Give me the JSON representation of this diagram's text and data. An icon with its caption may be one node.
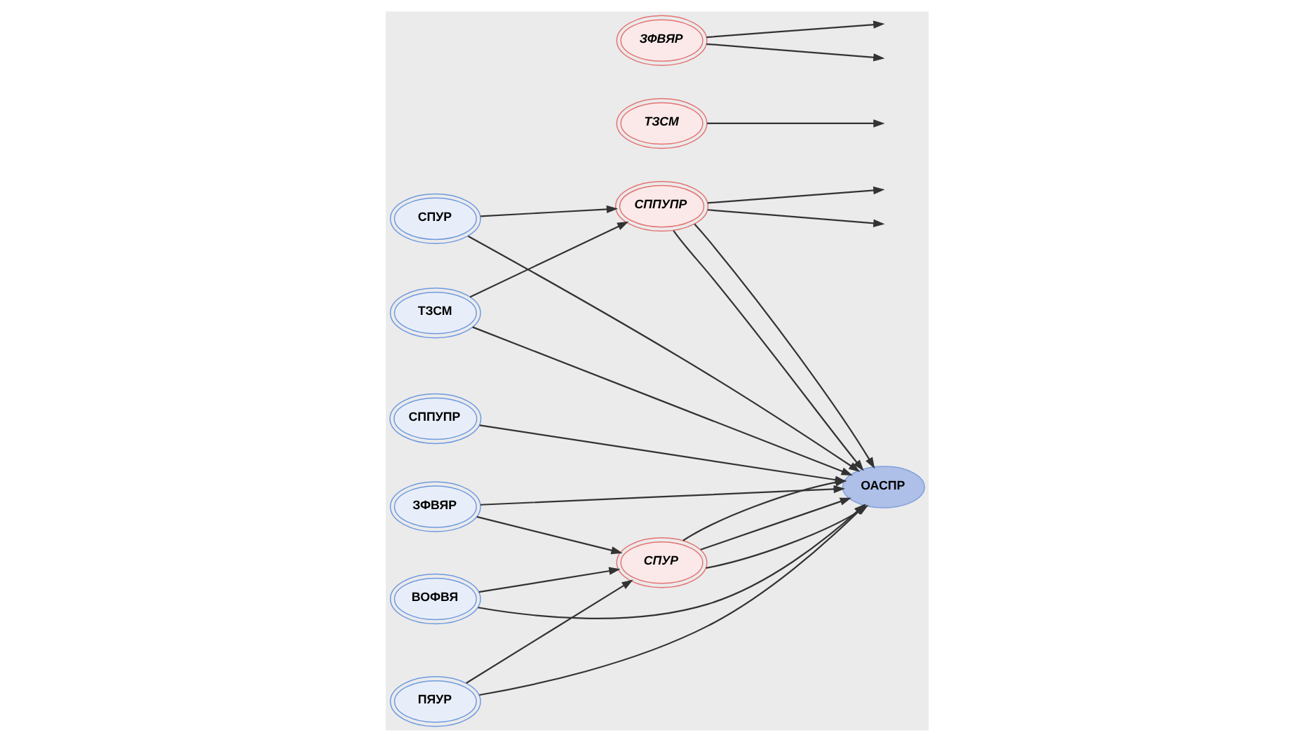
{
  "diagram": {
    "nodes": [
      {
        "text": [
          "СПУР"
        ]
      },
      {
        "text": [
          "ТЗСМ"
        ]
      },
      {
        "text": [
          "СППУПР"
        ]
      },
      {
        "text": [
          "ЗФВЯР"
        ]
      },
      {
        "text": [
          "ВОФВЯ"
        ]
      },
      {
        "text": [
          "ПЯУР"
        ]
      },
      {
        "text": [
          "СППУПР"
        ]
      },
      {
        "text": [
          "ОАСПР"
        ]
      },
      {
        "text": [
          "СПУР"
        ]
      },
      {
        "text": [
          "ТЗСМ"
        ]
      },
      {
        "text": [
          "ЗФВЯР"
        ]
      }
    ],
    "edges": [
      {
        "from": 0,
        "to": 6,
        "arrow": "to"
      },
      {
        "from": 0,
        "to": 7,
        "arrow": "to"
      },
      {
        "from": 1,
        "to": 6,
        "arrow": "to"
      },
      {
        "from": 1,
        "to": 7,
        "arrow": "to"
      },
      {
        "from": 2,
        "to": 7,
        "arrow": "to"
      },
      {
        "from": 3,
        "to": 7,
        "arrow": "to"
      },
      {
        "from": 3,
        "to": 8,
        "arrow": "to"
      },
      {
        "from": 4,
        "to": 7,
        "arrow": "to"
      },
      {
        "from": 4,
        "to": 8,
        "arrow": "to"
      },
      {
        "from": 5,
        "to": 7,
        "arrow": "to"
      },
      {
        "from": 5,
        "to": 8,
        "arrow": "to"
      },
      {
        "from": 6,
        "to": 7,
        "arrow": "to"
      },
      {
        "from": 6,
        "to": 7,
        "arrow": "to"
      },
      {
        "from": 6,
        "to": null,
        "arrow": "to"
      },
      {
        "from": 6,
        "to": null,
        "arrow": "to"
      },
      {
        "from": 8,
        "to": 7,
        "arrow": "to"
      },
      {
        "from": 8,
        "to": 7,
        "arrow": "to"
      },
      {
        "from": 8,
        "to": 7,
        "arrow": "to"
      },
      {
        "from": 9,
        "to": null,
        "arrow": "to"
      },
      {
        "from": 10,
        "to": null,
        "arrow": "to"
      },
      {
        "from": 10,
        "to": null,
        "arrow": "to"
      }
    ]
  }
}
